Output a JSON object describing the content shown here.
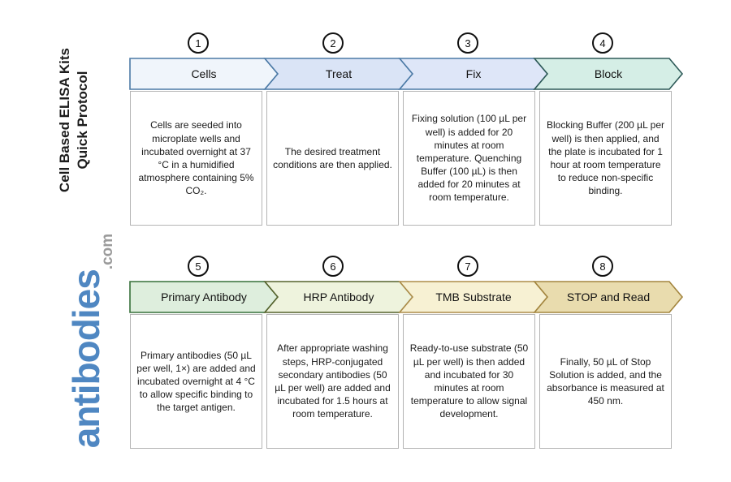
{
  "branding": {
    "title_line1": "Cell Based ELISA Kits",
    "title_line2": "Quick Protocol",
    "logo_text": "antibodies",
    "logo_suffix": ".com",
    "logo_color": "#4f87c2",
    "logo_suffix_color": "#9b9b9b"
  },
  "rows": [
    {
      "steps": [
        {
          "number": "1",
          "label": "Cells",
          "fill": "#f0f5fb",
          "border": "#4c7aa6",
          "description": "Cells are seeded into microplate wells and incubated overnight at 37 °C in a humidified atmosphere containing 5% CO₂."
        },
        {
          "number": "2",
          "label": "Treat",
          "fill": "#dae4f6",
          "border": "#4c7aa6",
          "description": "The desired treatment conditions are then applied."
        },
        {
          "number": "3",
          "label": "Fix",
          "fill": "#dee6f8",
          "border": "#4c7aa6",
          "description": "Fixing solution (100 µL per well) is added for 20 minutes at room temperature. Quenching Buffer (100 µL) is then added for 20 minutes at room temperature."
        },
        {
          "number": "4",
          "label": "Block",
          "fill": "#d5eee6",
          "border": "#2e5a58",
          "description": "Blocking Buffer (200 µL per well) is then applied, and the plate is incubated for 1 hour at room temperature to reduce non-specific binding."
        }
      ]
    },
    {
      "steps": [
        {
          "number": "5",
          "label": "Primary Antibody",
          "fill": "#deeedd",
          "border": "#37703a",
          "description": "Primary antibodies (50 µL per well, 1×) are added and incubated overnight at 4 °C to allow specific binding to the target antigen."
        },
        {
          "number": "6",
          "label": "HRP Antibody",
          "fill": "#eef3dd",
          "border": "#55622c",
          "description": "After appropriate washing steps, HRP-conjugated secondary antibodies (50 µL per well) are added and incubated for 1.5 hours at room temperature."
        },
        {
          "number": "7",
          "label": "TMB Substrate",
          "fill": "#f7f1d3",
          "border": "#ad8d4a",
          "description": "Ready-to-use substrate (50 µL per well) is then added and incubated for 30 minutes at room temperature to allow signal development."
        },
        {
          "number": "8",
          "label": "STOP and Read",
          "fill": "#e9dcae",
          "border": "#a3853e",
          "description": "Finally, 50 µL of Stop Solution is added, and the absorbance is measured at 450 nm."
        }
      ]
    }
  ]
}
